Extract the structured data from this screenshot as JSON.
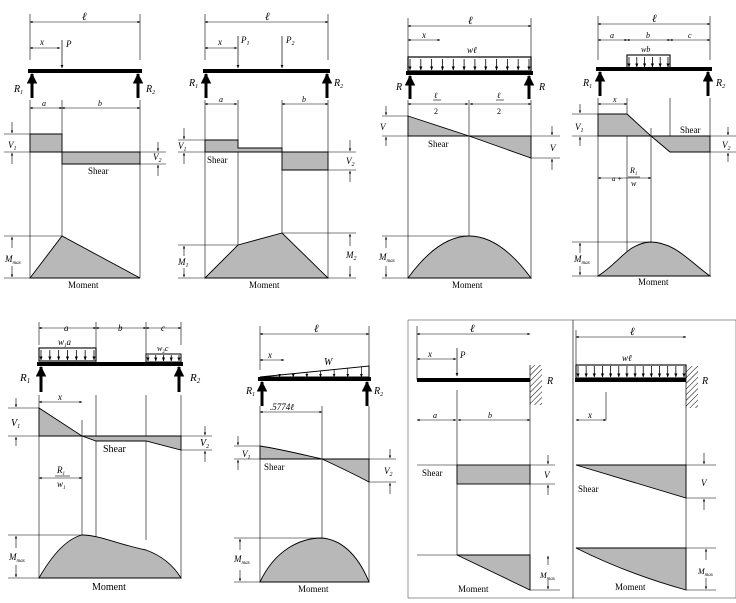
{
  "labels": {
    "l": "ℓ",
    "x": "x",
    "a": "a",
    "b": "b",
    "c": "c",
    "P": "P",
    "P1": "P",
    "P2": "P",
    "sub1": "1",
    "sub2": "2",
    "R": "R",
    "R1": "R",
    "R2": "R",
    "V": "V",
    "V1": "V",
    "V2": "V",
    "M1": "M",
    "M2": "M",
    "Mmax": "M",
    "max": "max",
    "shear": "Shear",
    "moment": "Moment",
    "wl": "wℓ",
    "wb": "wb",
    "w1a": "w",
    "w1a_a": "a",
    "w2c": "w",
    "w2c_c": "c",
    "W": "W",
    "w": "w",
    "w1": "w",
    "half": "2",
    "plus": "a +",
    "dist": ".5774ℓ"
  }
}
